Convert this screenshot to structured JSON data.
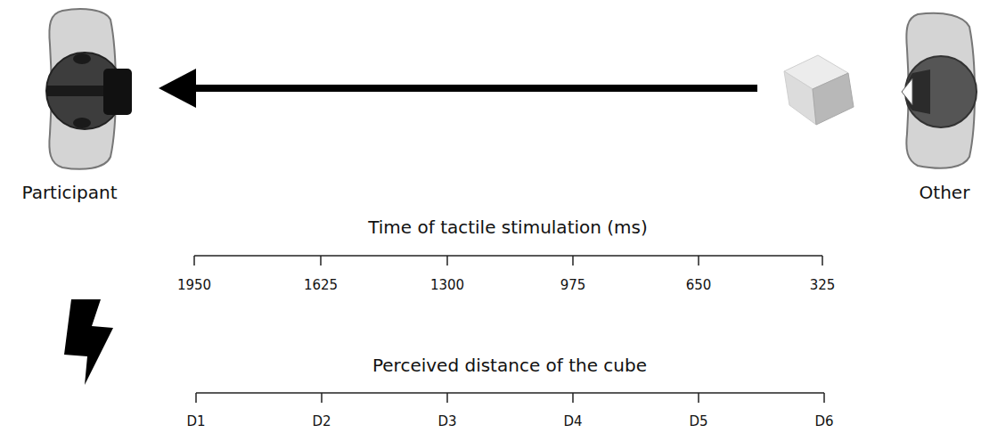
{
  "diagram": {
    "nodes": [
      {
        "text": [
          "Participant"
        ]
      },
      {
        "text": [
          "Other"
        ]
      }
    ],
    "edges": [
      {
        "from": 1,
        "to": 0,
        "arrow": "to"
      }
    ],
    "labels": [
      "Time of tactile stimulation (ms)",
      "1950",
      "1625",
      "1300",
      "975",
      "650",
      "325",
      "Perceived distance of the cube",
      "D1",
      "D2",
      "D3",
      "D4",
      "D5",
      "D6"
    ]
  }
}
